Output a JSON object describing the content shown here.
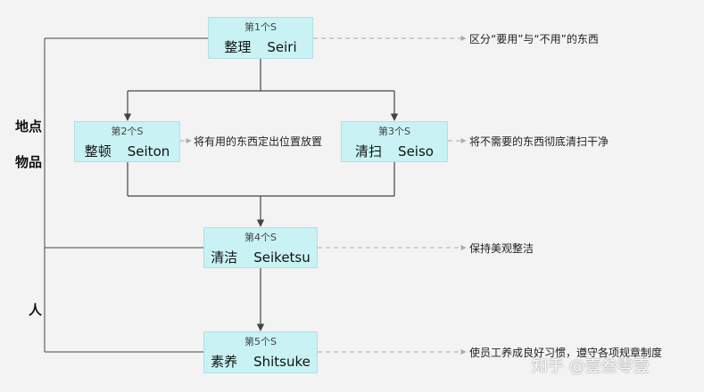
{
  "nodes": {
    "n1": {
      "sub": "第1个S",
      "cn": "整理",
      "en": "Seiri"
    },
    "n2": {
      "sub": "第2个S",
      "cn": "整顿",
      "en": "Seiton"
    },
    "n3": {
      "sub": "第3个S",
      "cn": "清扫",
      "en": "Seiso"
    },
    "n4": {
      "sub": "第4个S",
      "cn": "清洁",
      "en": "Seiketsu"
    },
    "n5": {
      "sub": "第5个S",
      "cn": "素养",
      "en": "Shitsuke"
    }
  },
  "notes": {
    "n1": "区分“要用”与“不用”的东西",
    "n2": "将有用的东西定出位置放置",
    "n3": "将不需要的东西彻底清扫干净",
    "n4": "保持美观整洁",
    "n5": "使员工养成良好习惯，遵守各项规章制度"
  },
  "side_labels": {
    "place": "地点",
    "item": "物品",
    "person": "人"
  },
  "watermark": "知乎 @壹叁零壹",
  "colors": {
    "node_fill": "#c8f2f3",
    "line": "#444444",
    "dash": "#aaaaaa"
  }
}
